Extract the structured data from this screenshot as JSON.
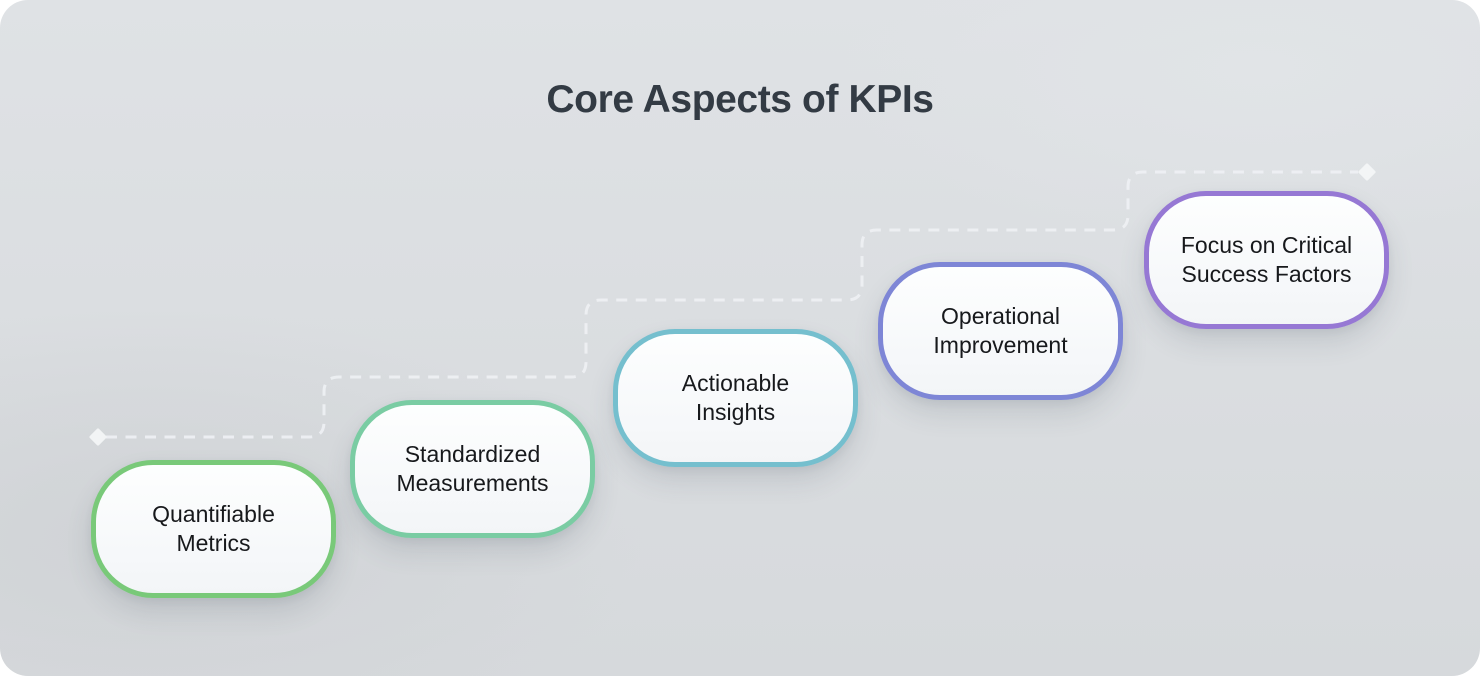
{
  "title": "Core Aspects of KPIs",
  "colors": {
    "page_background": "#dadde0",
    "title_text": "#333b44",
    "box_fill": "#f7f9fa",
    "box_text": "#17191c"
  },
  "connector": {
    "line_color": "#eef1f4",
    "marker_color": "#f3f5f7"
  },
  "diagram": {
    "steps": [
      {
        "label": "Quantifiable Metrics",
        "label_lines": [
          "Quantifiable",
          "Metrics"
        ],
        "border_color": "#79c979"
      },
      {
        "label": "Standardized Measurements",
        "label_lines": [
          "Standardized",
          "Measurements"
        ],
        "border_color": "#7acca3"
      },
      {
        "label": "Actionable Insights",
        "label_lines": [
          "Actionable",
          "Insights"
        ],
        "border_color": "#75bfce"
      },
      {
        "label": "Operational Improvement",
        "label_lines": [
          "Operational",
          "Improvement"
        ],
        "border_color": "#7e86d6"
      },
      {
        "label": "Focus on Critical Success Factors",
        "label_lines": [
          "Focus on Critical",
          "Success Factors"
        ],
        "border_color": "#9678d4"
      }
    ]
  }
}
